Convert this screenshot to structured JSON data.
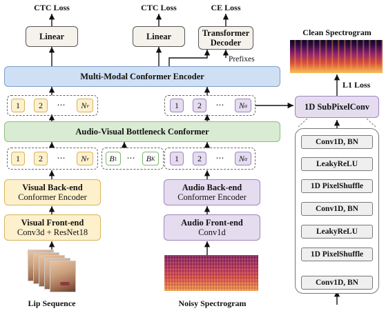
{
  "top_labels": {
    "ctc_loss_left": "CTC Loss",
    "ctc_loss_mid": "CTC Loss",
    "ce_loss": "CE Loss"
  },
  "heads": {
    "linear_left": "Linear",
    "linear_mid": "Linear",
    "transformer_decoder": [
      "Transformer",
      "Decoder"
    ],
    "prefixes": "Prefixes"
  },
  "encoders": {
    "multimodal": "Multi-Modal Conformer Encoder",
    "bottleneck": "Audio-Visual Bottleneck Conformer"
  },
  "tokens": {
    "visual": [
      "1",
      "2",
      "⋯"
    ],
    "visual_last": "N",
    "visual_last_sub": "v",
    "audio": [
      "1",
      "2",
      "⋯"
    ],
    "audio_last": "N",
    "audio_last_sub": "a",
    "bottleneck_first": "B",
    "bottleneck_first_sub": "1",
    "bottleneck_dots": "⋯",
    "bottleneck_last": "B",
    "bottleneck_last_sub": "K"
  },
  "visual_branch": {
    "backend_title": "Visual Back-end",
    "backend_sub": "Conformer Encoder",
    "frontend_title": "Visual Front-end",
    "frontend_sub": "Conv3d + ResNet18",
    "input_label": "Lip Sequence"
  },
  "audio_branch": {
    "backend_title": "Audio Back-end",
    "backend_sub": "Conformer Encoder",
    "frontend_title": "Audio Front-end",
    "frontend_sub": "Conv1d",
    "input_label": "Noisy Spectrogram"
  },
  "reconstruction": {
    "output_label": "Clean Spectrogram",
    "loss_label": "L1 Loss",
    "head_label": "1D SubPixelConv",
    "layers": [
      "Conv1D, BN",
      "LeakyReLU",
      "1D PixelShuffle",
      "Conv1D, BN",
      "LeakyReLU",
      "1D PixelShuffle",
      "Conv1D, BN"
    ]
  },
  "colors": {
    "encoder_blue": "#cfe0f4",
    "bottleneck_green": "#d9ebd2",
    "visual_yellow": "#fdf0cc",
    "audio_purple": "#e5dcef",
    "layer_gray": "#efefef"
  }
}
